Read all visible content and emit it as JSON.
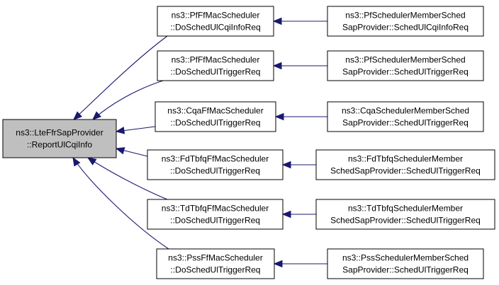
{
  "colors": {
    "root_fill": "#bfbfbf",
    "node_fill": "#ffffff",
    "node_border": "#000000",
    "edge": "#191970"
  },
  "root": {
    "id": "root",
    "lines": [
      "ns3::LteFfrSapProvider",
      "::ReportUlCqiInfo"
    ]
  },
  "middle": [
    {
      "id": "m1",
      "lines": [
        "ns3::PfFfMacScheduler",
        "::DoSchedUlCqiInfoReq"
      ]
    },
    {
      "id": "m2",
      "lines": [
        "ns3::PfFfMacScheduler",
        "::DoSchedUlTriggerReq"
      ]
    },
    {
      "id": "m3",
      "lines": [
        "ns3::CqaFfMacScheduler",
        "::DoSchedUlTriggerReq"
      ]
    },
    {
      "id": "m4",
      "lines": [
        "ns3::FdTbfqFfMacScheduler",
        "::DoSchedUlTriggerReq"
      ]
    },
    {
      "id": "m5",
      "lines": [
        "ns3::TdTbfqFfMacScheduler",
        "::DoSchedUlTriggerReq"
      ]
    },
    {
      "id": "m6",
      "lines": [
        "ns3::PssFfMacScheduler",
        "::DoSchedUlTriggerReq"
      ]
    }
  ],
  "right": [
    {
      "id": "r1",
      "lines": [
        "ns3::PfSchedulerMemberSched",
        "SapProvider::SchedUlCqiInfoReq"
      ]
    },
    {
      "id": "r2",
      "lines": [
        "ns3::PfSchedulerMemberSched",
        "SapProvider::SchedUlTriggerReq"
      ]
    },
    {
      "id": "r3",
      "lines": [
        "ns3::CqaSchedulerMemberSched",
        "SapProvider::SchedUlTriggerReq"
      ]
    },
    {
      "id": "r4",
      "lines": [
        "ns3::FdTbfqSchedulerMember",
        "SchedSapProvider::SchedUlTriggerReq"
      ]
    },
    {
      "id": "r5",
      "lines": [
        "ns3::TdTbfqSchedulerMember",
        "SchedSapProvider::SchedUlTriggerReq"
      ]
    },
    {
      "id": "r6",
      "lines": [
        "ns3::PssSchedulerMemberSched",
        "SapProvider::SchedUlTriggerReq"
      ]
    }
  ],
  "edges": [
    {
      "from": "m1",
      "to": "root"
    },
    {
      "from": "m2",
      "to": "root"
    },
    {
      "from": "m3",
      "to": "root"
    },
    {
      "from": "m4",
      "to": "root"
    },
    {
      "from": "m5",
      "to": "root"
    },
    {
      "from": "m6",
      "to": "root"
    },
    {
      "from": "r1",
      "to": "m1"
    },
    {
      "from": "r2",
      "to": "m2"
    },
    {
      "from": "r3",
      "to": "m3"
    },
    {
      "from": "r4",
      "to": "m4"
    },
    {
      "from": "r5",
      "to": "m5"
    },
    {
      "from": "r6",
      "to": "m6"
    }
  ]
}
